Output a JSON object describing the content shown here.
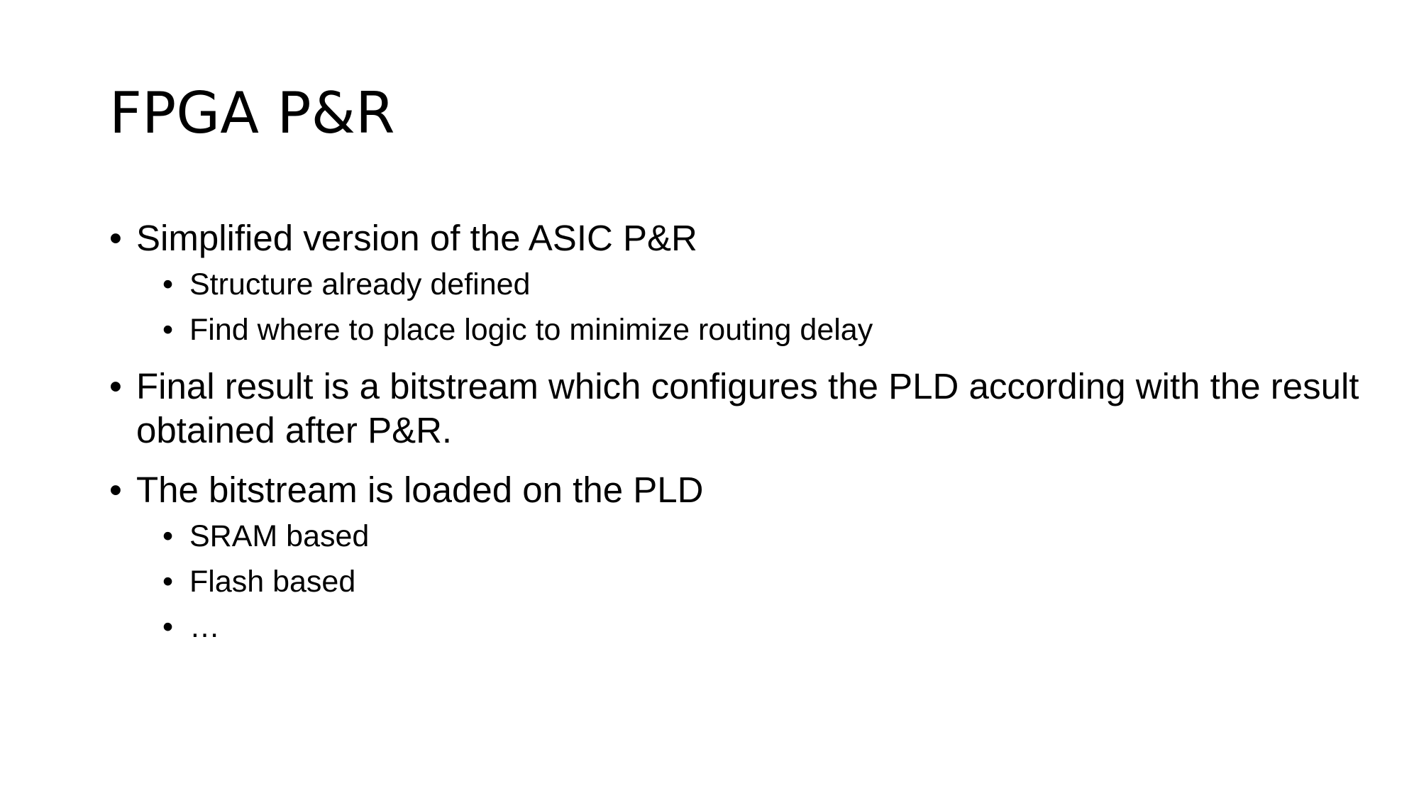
{
  "slide": {
    "title": "FPGA P&R",
    "bullet_glyph": "•",
    "items": [
      {
        "text": "Simplified version of the ASIC P&R",
        "children": [
          "Structure already defined",
          "Find where to place logic to minimize routing delay"
        ]
      },
      {
        "text": "Final result is a bitstream which configures the PLD according with the result obtained after P&R.",
        "children": []
      },
      {
        "text": "The bitstream is loaded on the PLD",
        "children": [
          "SRAM based",
          "Flash based",
          "…"
        ]
      }
    ]
  }
}
